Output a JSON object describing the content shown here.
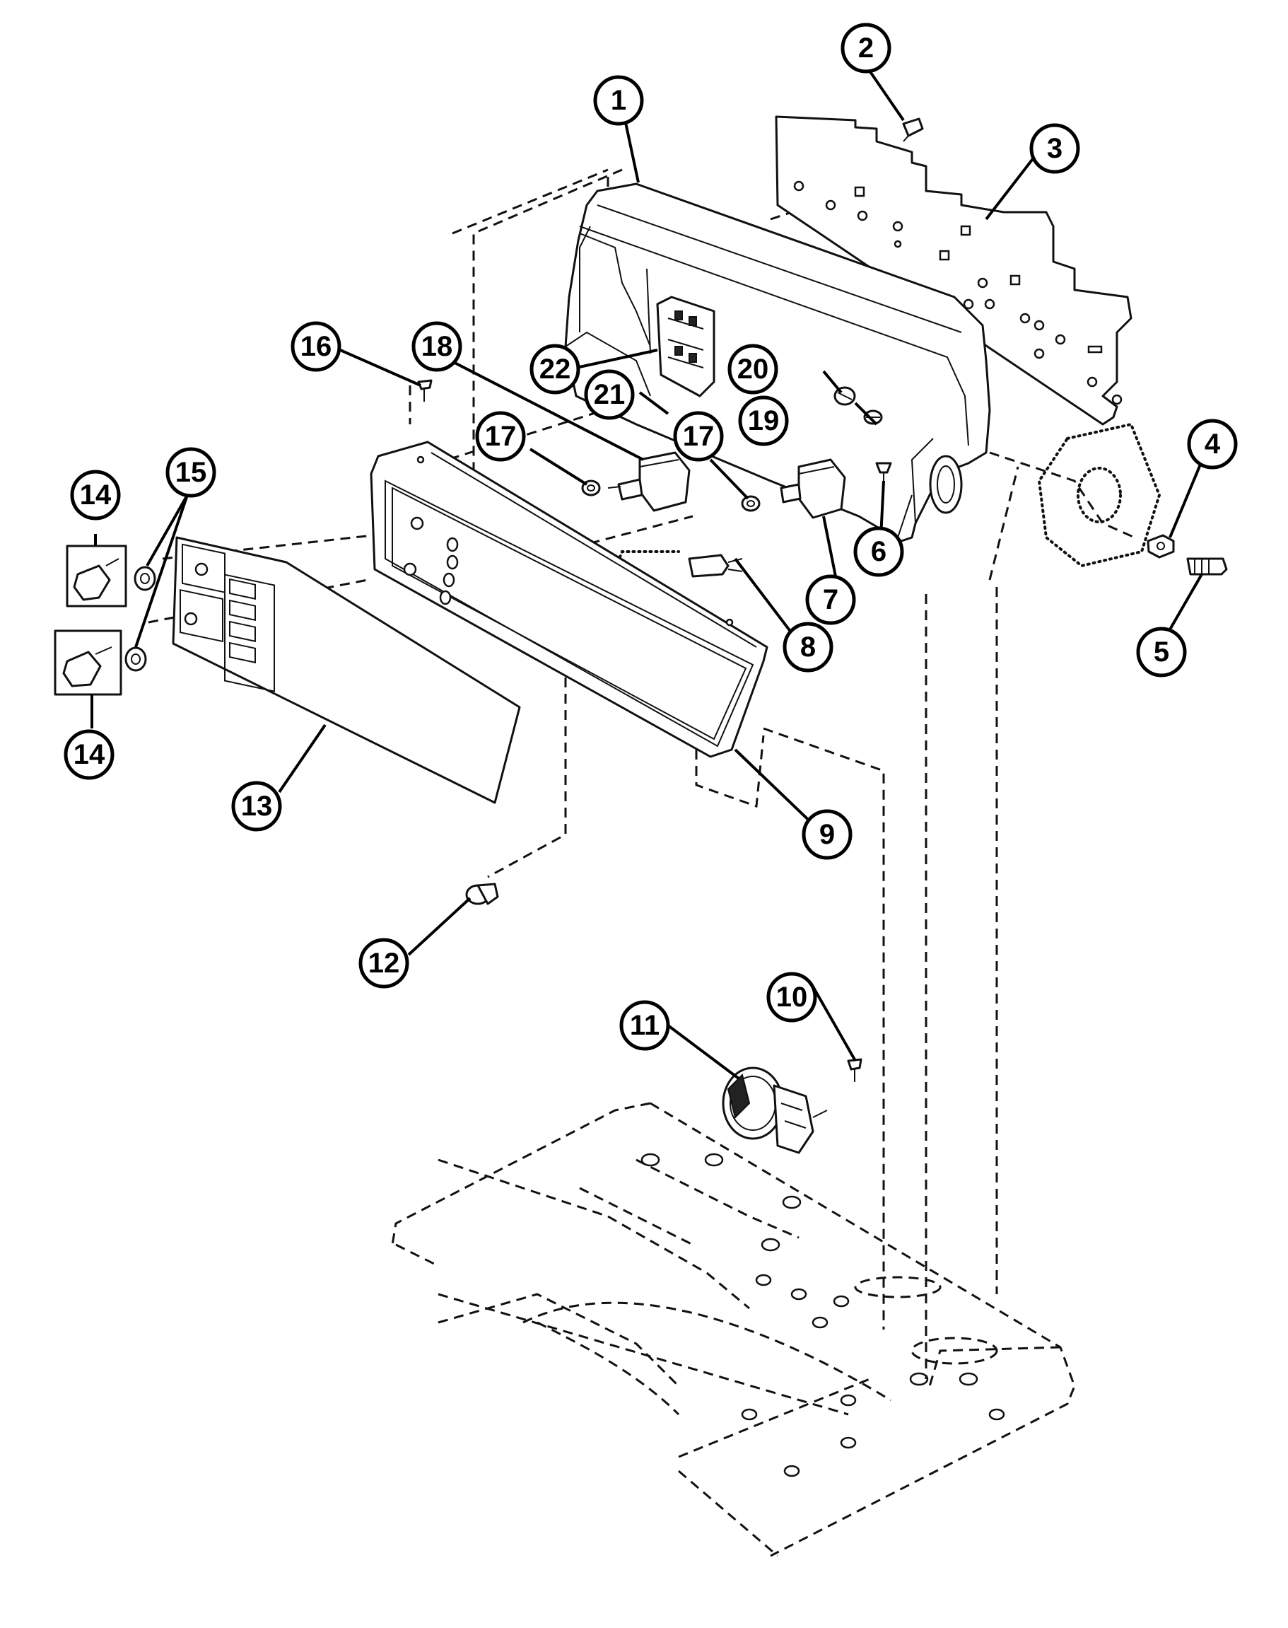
{
  "diagram": {
    "callouts": [
      {
        "id": "1",
        "label": "1"
      },
      {
        "id": "2",
        "label": "2"
      },
      {
        "id": "3",
        "label": "3"
      },
      {
        "id": "4",
        "label": "4"
      },
      {
        "id": "5",
        "label": "5"
      },
      {
        "id": "6",
        "label": "6"
      },
      {
        "id": "7",
        "label": "7"
      },
      {
        "id": "8",
        "label": "8"
      },
      {
        "id": "9",
        "label": "9"
      },
      {
        "id": "10",
        "label": "10"
      },
      {
        "id": "11",
        "label": "11"
      },
      {
        "id": "12",
        "label": "12"
      },
      {
        "id": "13",
        "label": "13"
      },
      {
        "id": "14a",
        "label": "14"
      },
      {
        "id": "14b",
        "label": "14"
      },
      {
        "id": "15",
        "label": "15"
      },
      {
        "id": "16",
        "label": "16"
      },
      {
        "id": "17a",
        "label": "17"
      },
      {
        "id": "17b",
        "label": "17"
      },
      {
        "id": "18",
        "label": "18"
      },
      {
        "id": "19",
        "label": "19"
      },
      {
        "id": "20",
        "label": "20"
      },
      {
        "id": "21",
        "label": "21"
      },
      {
        "id": "22",
        "label": "22"
      }
    ]
  }
}
